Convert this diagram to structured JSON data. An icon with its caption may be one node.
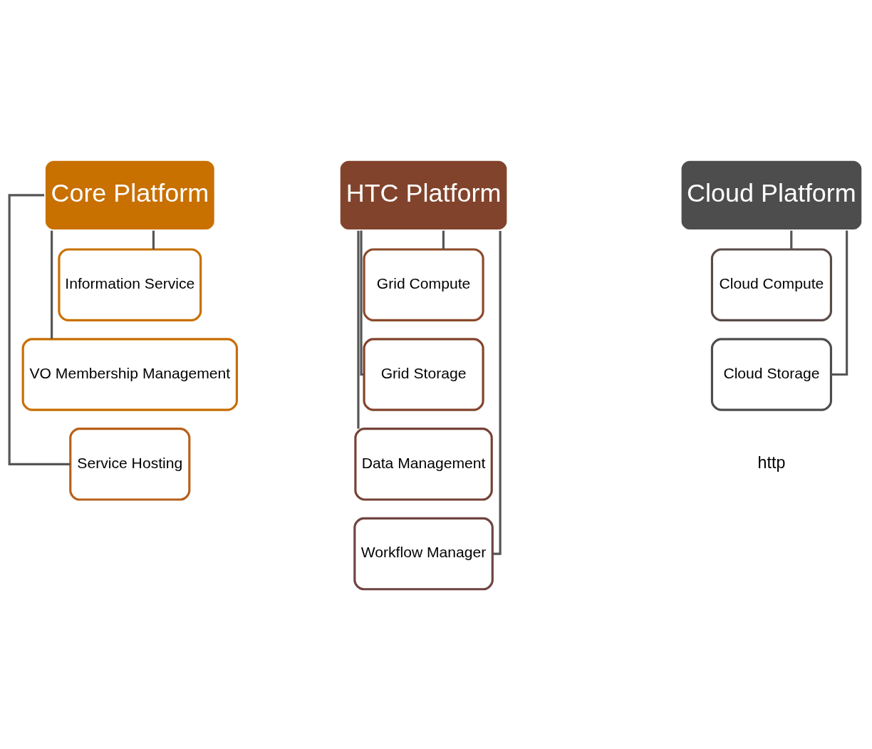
{
  "diagram": {
    "nodes": [
      {
        "text": [
          "Core Platform"
        ]
      },
      {
        "text": [
          "Information Service"
        ]
      },
      {
        "text": [
          "VO Membership Management"
        ]
      },
      {
        "text": [
          "Service Hosting"
        ]
      },
      {
        "text": [
          "HTC Platform"
        ]
      },
      {
        "text": [
          "Grid Compute"
        ]
      },
      {
        "text": [
          "Grid Storage"
        ]
      },
      {
        "text": [
          "Data Management"
        ]
      },
      {
        "text": [
          "Workflow Manager"
        ]
      },
      {
        "text": [
          "Cloud Platform"
        ]
      },
      {
        "text": [
          "Cloud Compute"
        ]
      },
      {
        "text": [
          "Cloud Storage"
        ]
      }
    ],
    "edges": [
      {
        "from": 0,
        "to": 1,
        "arrow": "none"
      },
      {
        "from": 0,
        "to": 2,
        "arrow": "none"
      },
      {
        "from": 0,
        "to": 3,
        "arrow": "none"
      },
      {
        "from": 4,
        "to": 5,
        "arrow": "none"
      },
      {
        "from": 4,
        "to": 6,
        "arrow": "none"
      },
      {
        "from": 4,
        "to": 7,
        "arrow": "none"
      },
      {
        "from": 4,
        "to": 8,
        "arrow": "none"
      },
      {
        "from": 9,
        "to": 10,
        "arrow": "none"
      },
      {
        "from": 9,
        "to": 11,
        "arrow": "none"
      }
    ],
    "labels": [
      "http"
    ]
  }
}
